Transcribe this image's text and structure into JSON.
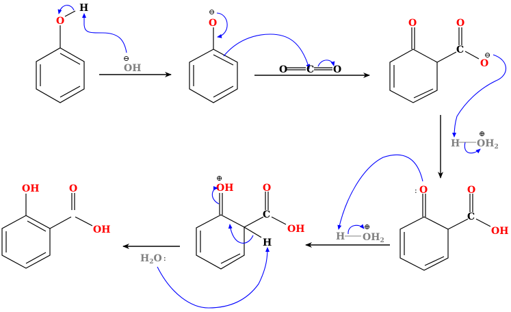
{
  "title": "Kolbe-Schmitt reaction mechanism: phenol to salicylic acid",
  "labels": {
    "atom_O": "O",
    "atom_H": "H",
    "atom_C": "C",
    "group_OH": "OH",
    "sub_2": "2",
    "minus": "⊖",
    "plus": "⊕",
    "lone_pair": ":",
    "co2": {
      "o1": "O",
      "c": "C",
      "o2": "O"
    }
  },
  "reagents": {
    "step1": "OH",
    "step3_h": "H",
    "step3_oh2": "OH",
    "step4_h": "H",
    "step4_oh2": "OH",
    "step5_h2o_h": "H",
    "step5_h2o_o": "O"
  },
  "colors": {
    "heteroatom": "#ff0000",
    "arrow_electron": "#0000ff",
    "reagent": "#808080",
    "bond": "#000000"
  }
}
